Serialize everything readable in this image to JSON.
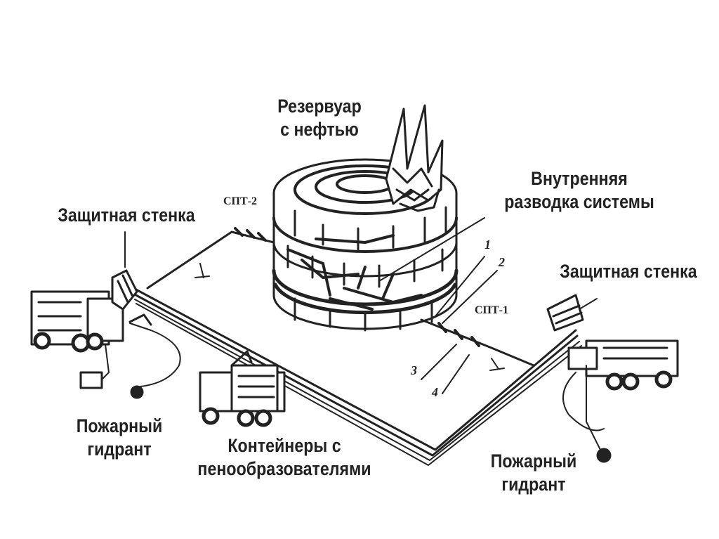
{
  "labels": {
    "tank": [
      "Резервуар",
      "с нефтью"
    ],
    "inner_wiring": [
      "Внутренняя",
      "разводка системы"
    ],
    "wall_left": "Защитная стенка",
    "wall_right": "Защитная стенка",
    "hydrant_left": [
      "Пожарный",
      "гидрант"
    ],
    "hydrant_right": [
      "Пожарный",
      "гидрант"
    ],
    "containers": [
      "Контейнеры с",
      "пенообразователями"
    ]
  },
  "annotations": {
    "spt2": "СПТ-2",
    "spt1": "СПТ-1"
  },
  "numbers": [
    "1",
    "2",
    "3",
    "4"
  ],
  "colors": {
    "ink": "#222222",
    "background": "#ffffff"
  }
}
